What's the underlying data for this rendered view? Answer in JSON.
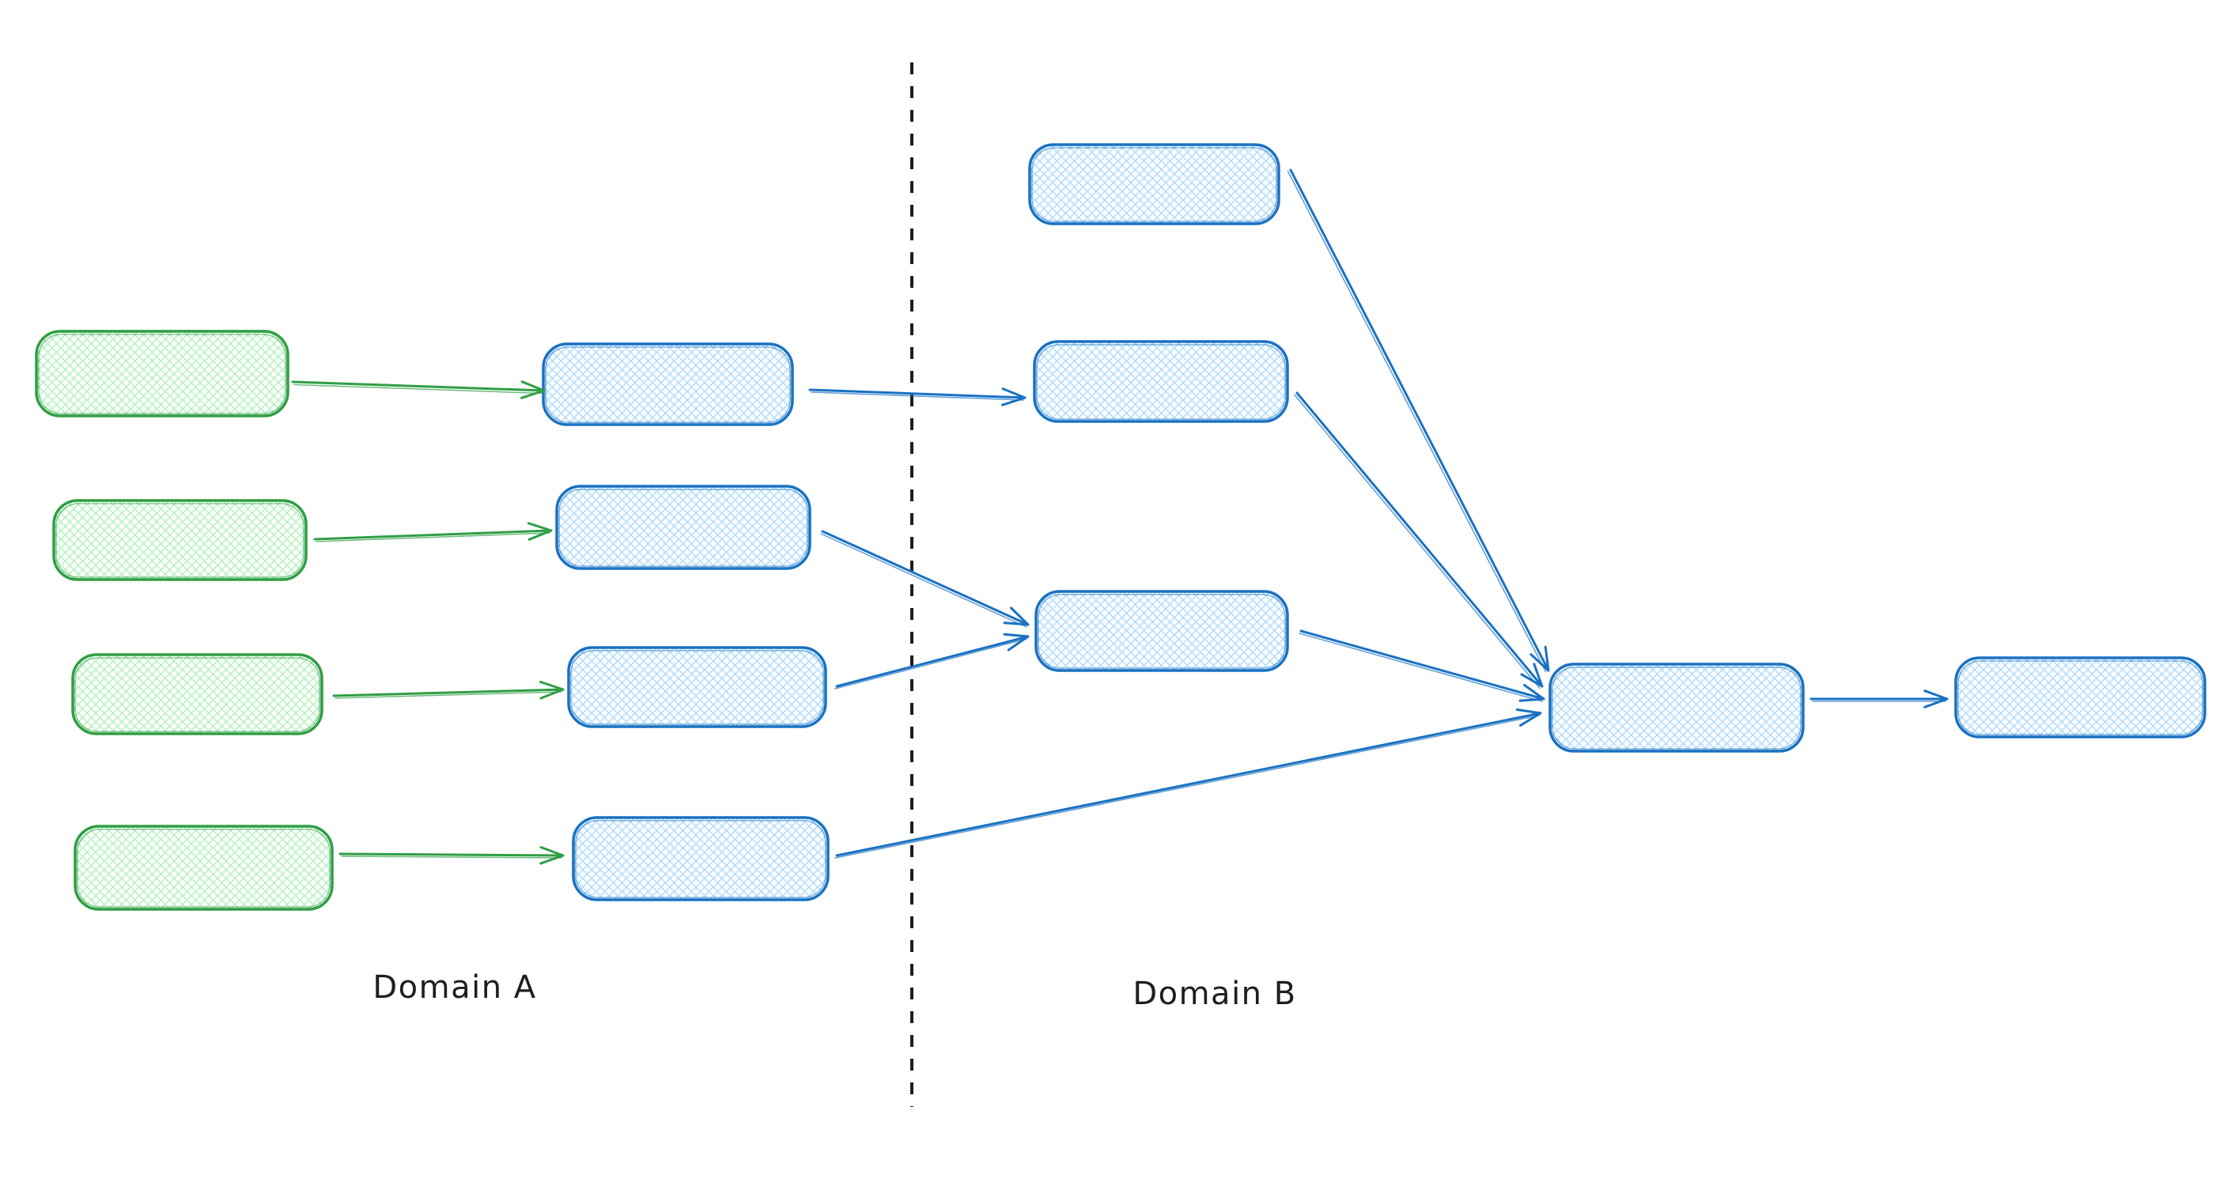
{
  "app": {
    "kind": "whiteboard-flow-diagram",
    "background": "#ffffff"
  },
  "colors": {
    "green-stroke": "#2f9e44",
    "green-fill": "#b2f2bb",
    "blue-stroke": "#1971c2",
    "blue-fill": "#a5d8ff",
    "divider": "#1e1e1e",
    "ink": "#1e1e1e"
  },
  "labels": {
    "domain_a": "Domain A",
    "domain_b": "Domain B"
  },
  "diagram": {
    "type": "flow",
    "regions": [
      {
        "id": "domain-a",
        "label": "Domain A",
        "position": "left-of-divider"
      },
      {
        "id": "domain-b",
        "label": "Domain B",
        "position": "right-of-divider"
      }
    ],
    "divider": {
      "orientation": "vertical",
      "style": "dashed",
      "color": "#1e1e1e"
    },
    "nodes": [
      {
        "id": "source-1",
        "region": "domain-a",
        "color": "green",
        "text": ""
      },
      {
        "id": "source-2",
        "region": "domain-a",
        "color": "green",
        "text": ""
      },
      {
        "id": "source-3",
        "region": "domain-a",
        "color": "green",
        "text": ""
      },
      {
        "id": "source-4",
        "region": "domain-a",
        "color": "green",
        "text": ""
      },
      {
        "id": "stage-a1",
        "region": "domain-a",
        "color": "blue",
        "text": ""
      },
      {
        "id": "stage-a2",
        "region": "domain-a",
        "color": "blue",
        "text": ""
      },
      {
        "id": "stage-a3",
        "region": "domain-a",
        "color": "blue",
        "text": ""
      },
      {
        "id": "stage-a4",
        "region": "domain-a",
        "color": "blue",
        "text": ""
      },
      {
        "id": "stage-b1",
        "region": "domain-b",
        "color": "blue",
        "text": ""
      },
      {
        "id": "stage-b2",
        "region": "domain-b",
        "color": "blue",
        "text": ""
      },
      {
        "id": "stage-b3",
        "region": "domain-b",
        "color": "blue",
        "text": ""
      },
      {
        "id": "hub",
        "region": "domain-b",
        "color": "blue",
        "text": ""
      },
      {
        "id": "output",
        "region": "domain-b",
        "color": "blue",
        "text": ""
      }
    ],
    "edges": [
      {
        "from": "source-1",
        "to": "stage-a1",
        "color": "green"
      },
      {
        "from": "source-2",
        "to": "stage-a2",
        "color": "green"
      },
      {
        "from": "source-3",
        "to": "stage-a3",
        "color": "green"
      },
      {
        "from": "source-4",
        "to": "stage-a4",
        "color": "green"
      },
      {
        "from": "stage-a1",
        "to": "stage-b2",
        "color": "blue"
      },
      {
        "from": "stage-a2",
        "to": "stage-b3",
        "color": "blue"
      },
      {
        "from": "stage-a3",
        "to": "stage-b3",
        "color": "blue"
      },
      {
        "from": "stage-a4",
        "to": "hub",
        "color": "blue"
      },
      {
        "from": "stage-b1",
        "to": "hub",
        "color": "blue"
      },
      {
        "from": "stage-b2",
        "to": "hub",
        "color": "blue"
      },
      {
        "from": "stage-b3",
        "to": "hub",
        "color": "blue"
      },
      {
        "from": "hub",
        "to": "output",
        "color": "blue"
      }
    ]
  }
}
